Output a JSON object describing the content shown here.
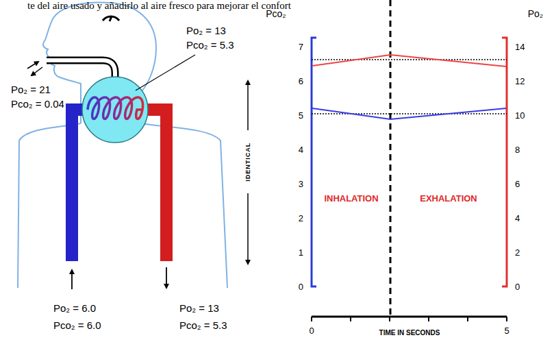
{
  "diagram": {
    "labels": [
      "te del aire usado y añadirlo al aire fresco para mejorar el confort",
      "Po₂ = 21",
      "Pco₂ = 0.04",
      "Po₂ = 13",
      "Pco₂ = 5.3",
      "IDENTICAL",
      "Po₂ = 6.0",
      "Pco₂ = 6.0",
      "Po₂ = 13",
      "Pco₂ = 5.3",
      "Pco₂",
      "Po₂",
      "7",
      "6",
      "5",
      "4",
      "3",
      "2",
      "1",
      "0",
      "14",
      "12",
      "10",
      "8",
      "6",
      "4",
      "2",
      "0",
      "INHALATION",
      "EXHALATION",
      "0",
      "TIME IN SECONDS",
      "5"
    ]
  }
}
